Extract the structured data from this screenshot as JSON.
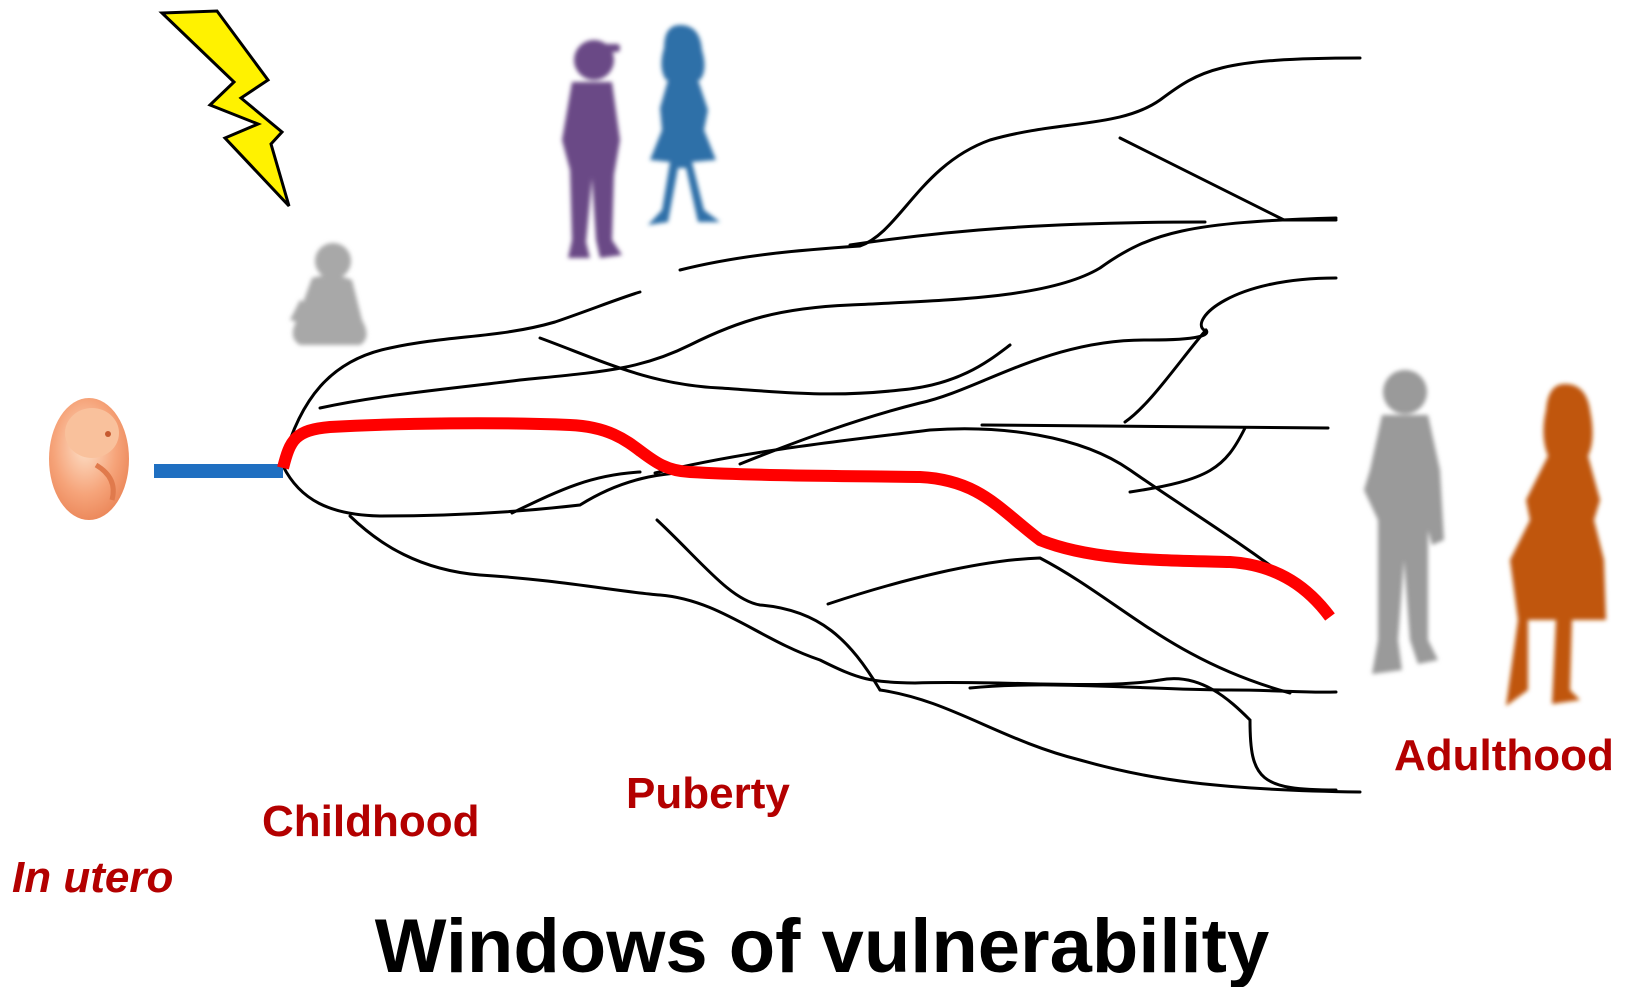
{
  "labels": {
    "in_utero": "In utero",
    "childhood": "Childhood",
    "puberty": "Puberty",
    "adulthood": "Adulthood"
  },
  "title": "Windows of vulnerability",
  "colors": {
    "label_red": "#b30000",
    "trajectory_red": "#ff0000",
    "prenatal_blue": "#1f6fc1",
    "branch_black": "#000000",
    "lightning_yellow": "#fff200",
    "embryo_peach": "#f6a47a",
    "baby_gray": "#a8a8a8",
    "boy_purple": "#6a4a86",
    "girl_blue": "#2f6fa8",
    "man_gray": "#9a9a9a",
    "woman_orange": "#c0560c"
  },
  "icons": [
    "embryo-icon",
    "lightning-bolt-icon",
    "baby-silhouette-icon",
    "boy-silhouette-icon",
    "girl-silhouette-icon",
    "man-silhouette-icon",
    "woman-silhouette-icon"
  ]
}
